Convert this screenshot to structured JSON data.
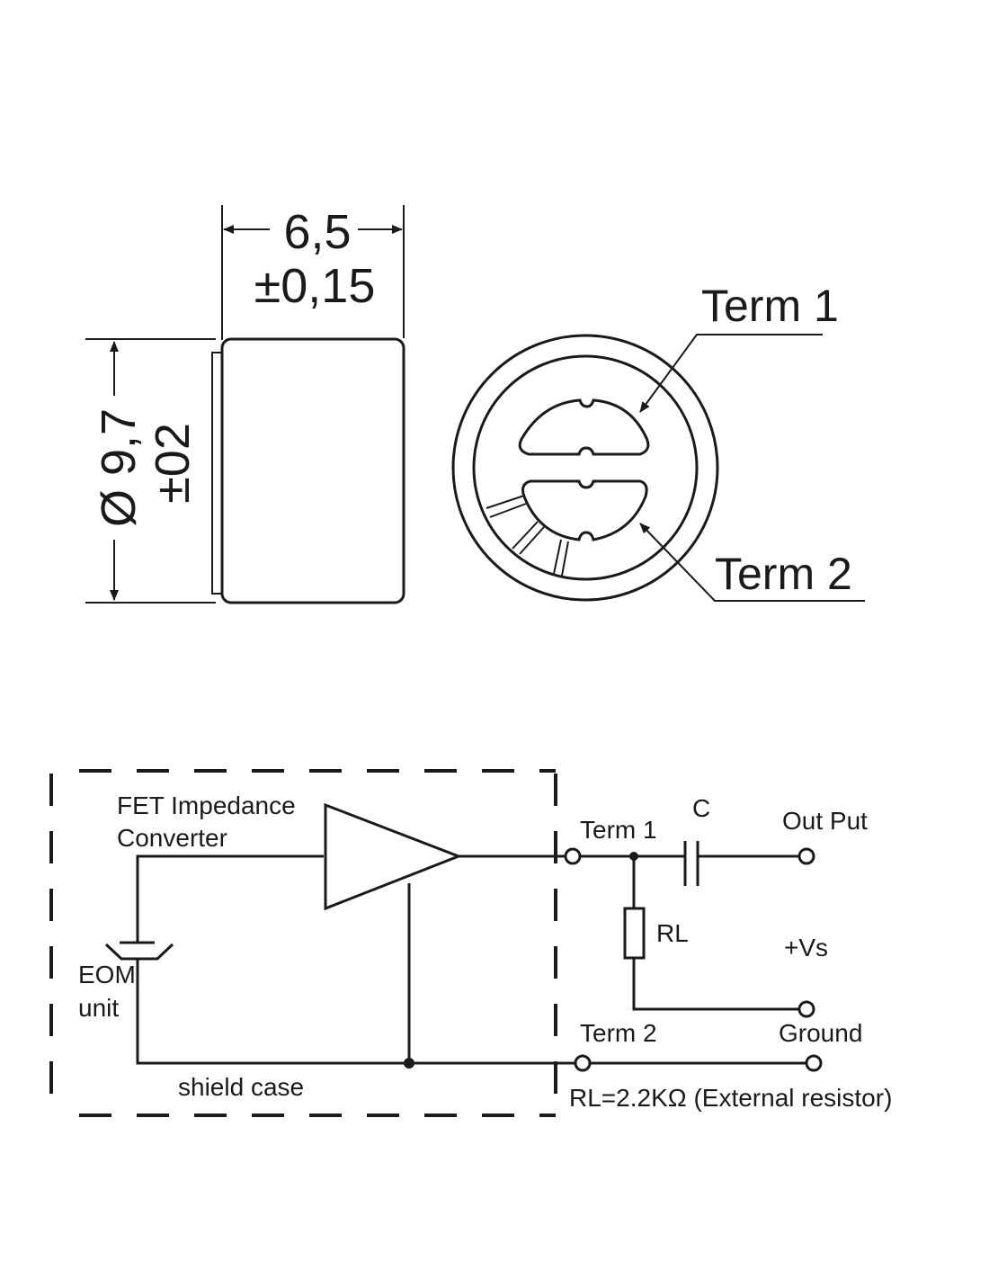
{
  "dimensions": {
    "length": "6,5",
    "length_tolerance": "±0,15",
    "diameter": "Ø 9,7",
    "diameter_tolerance": "±02"
  },
  "terminal_view": {
    "term1_label": "Term 1",
    "term2_label": "Term 2"
  },
  "circuit": {
    "fet_label_line1": "FET Impedance",
    "fet_label_line2": "Converter",
    "eom_label_line1": "EOM",
    "eom_label_line2": "unit",
    "shield_label": "shield case",
    "term1_label": "Term 1",
    "term2_label": "Term 2",
    "capacitor_label": "C",
    "output_label": "Out Put",
    "resistor_label": "RL",
    "vs_label": "+Vs",
    "ground_label": "Ground",
    "note": "RL=2.2KΩ (External resistor)"
  }
}
